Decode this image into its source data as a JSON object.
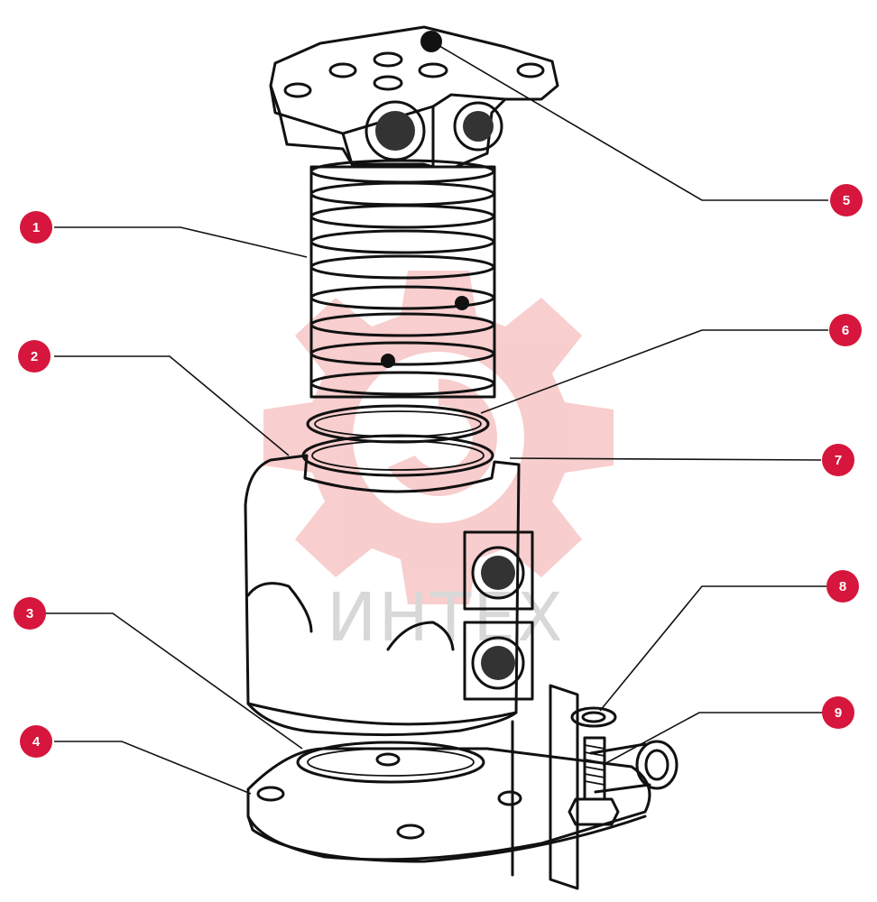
{
  "watermark": {
    "text": "ИНТЕХ",
    "gear_color": "#f4a6a6"
  },
  "badge_color": "#d6163c",
  "callouts": [
    {
      "number": "1"
    },
    {
      "number": "2"
    },
    {
      "number": "3"
    },
    {
      "number": "4"
    },
    {
      "number": "5"
    },
    {
      "number": "6"
    },
    {
      "number": "7"
    },
    {
      "number": "8"
    },
    {
      "number": "9"
    }
  ]
}
